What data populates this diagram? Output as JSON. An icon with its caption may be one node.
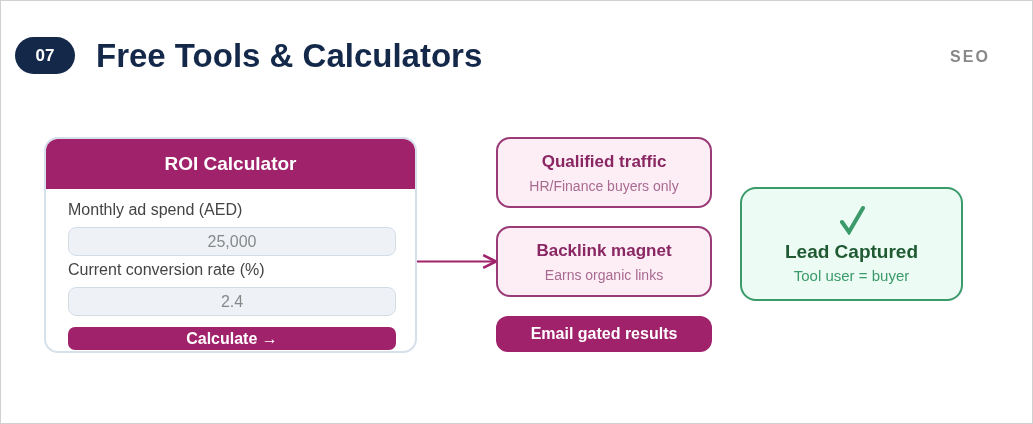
{
  "diagram": {
    "title": "Free Tools & Calculators",
    "nodes": [
      {
        "text": [
          "ROI Calculator"
        ]
      },
      {
        "text": [
          "Monthly ad spend (AED)",
          "25,000"
        ],
        "in": 0
      },
      {
        "text": [
          "Current conversion rate (%)",
          "2.4"
        ],
        "in": 0
      },
      {
        "text": [
          "Calculate →"
        ],
        "in": 0
      },
      {
        "text": [
          "Qualified traffic",
          "HR/Finance buyers only"
        ]
      },
      {
        "text": [
          "Backlink magnet",
          "Earns organic links"
        ]
      },
      {
        "text": [
          "Email gated results"
        ]
      },
      {
        "text": [
          "Lead Captured",
          "Tool user = buyer"
        ]
      }
    ],
    "edges": [
      {
        "from": 0,
        "to": 5,
        "arrow": "to"
      }
    ],
    "labels": [
      "07",
      "SEO"
    ]
  }
}
